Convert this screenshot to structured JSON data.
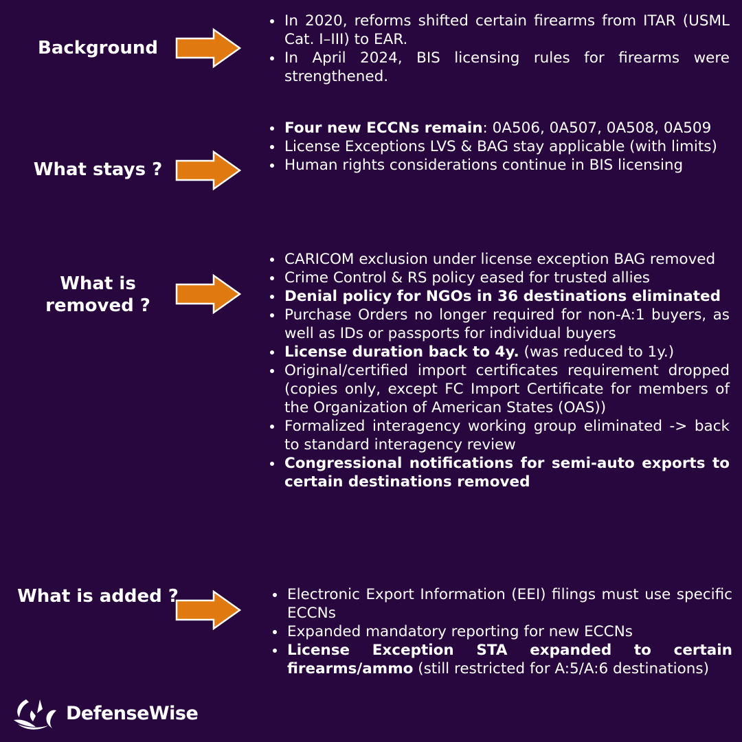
{
  "colors": {
    "background": "#27073d",
    "arrow": "#e07a10"
  },
  "sections": [
    {
      "label": "Background",
      "items": [
        [
          {
            "t": "In 2020, reforms shifted certain firearms from ITAR (USML Cat. I–III) to EAR."
          }
        ],
        [
          {
            "t": "In April 2024, BIS licensing rules for firearms were strengthened."
          }
        ]
      ]
    },
    {
      "label": "What stays ?",
      "items": [
        [
          {
            "t": "Four new ECCNs remain"
          },
          {
            "t": ": 0A506, 0A507, 0A508, 0A509"
          }
        ],
        [
          {
            "t": "License Exceptions LVS & BAG stay applicable (with limits)"
          }
        ],
        [
          {
            "t": "Human rights considerations continue in BIS licensing"
          }
        ]
      ]
    },
    {
      "label": "What is removed ?",
      "items": [
        [
          {
            "t": "CARICOM exclusion under license exception BAG removed"
          }
        ],
        [
          {
            "t": "Crime Control & RS policy eased for trusted allies"
          }
        ],
        [
          {
            "t": "Denial policy for NGOs in 36 destinations eliminated"
          }
        ],
        [
          {
            "t": "Purchase Orders no longer required for non-A:1 buyers, as well as IDs or passports for individual buyers"
          }
        ],
        [
          {
            "t": "License duration back to 4y."
          },
          {
            "t": " (was reduced to 1y.)"
          }
        ],
        [
          {
            "t": "Original/certified import certificates requirement dropped (copies only, except FC Import Certificate for members of the Organization of American States (OAS))"
          }
        ],
        [
          {
            "t": "Formalized interagency working group eliminated -> back to standard interagency review"
          }
        ],
        [
          {
            "t": "Congressional notifications for semi-auto exports to certain destinations removed"
          }
        ]
      ]
    },
    {
      "label": "What is added ?",
      "items": [
        [
          {
            "t": "Electronic Export Information (EEI) filings must use specific ECCNs"
          }
        ],
        [
          {
            "t": "Expanded mandatory reporting for new ECCNs"
          }
        ],
        [
          {
            "t": "License Exception STA expanded to certain firearms/ammo"
          },
          {
            "t": " (still restricted for A:5/A:6 destinations)"
          }
        ]
      ]
    }
  ],
  "logo": {
    "part1": "Defense",
    "part2": "Wise"
  }
}
